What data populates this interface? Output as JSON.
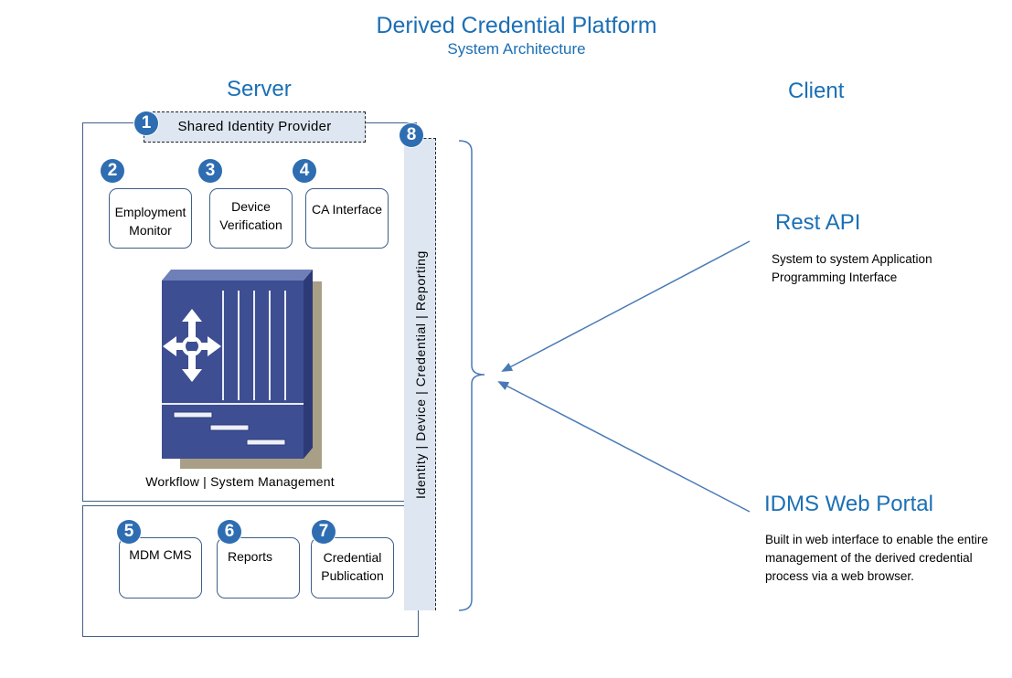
{
  "header": {
    "title": "Derived Credential Platform",
    "subtitle": "System Architecture"
  },
  "server": {
    "heading": "Server",
    "identity_provider": {
      "number": "1",
      "label": "Shared Identity Provider"
    },
    "top_modules": [
      {
        "number": "2",
        "label": "Employment Monitor"
      },
      {
        "number": "3",
        "label": "Device Verification"
      },
      {
        "number": "4",
        "label": "CA Interface"
      }
    ],
    "server_icon": "server-switch-icon",
    "caption": "Workflow | System Management",
    "bottom_modules": [
      {
        "number": "5",
        "label": "MDM CMS"
      },
      {
        "number": "6",
        "label": "Reports"
      },
      {
        "number": "7",
        "label": "Credential Publication"
      }
    ],
    "vertical_bar": {
      "number": "8",
      "label": "Identity | Device | Credential | Reporting"
    }
  },
  "client": {
    "heading": "Client",
    "rest_api": {
      "title": "Rest API",
      "description": "System to system Application Programming Interface"
    },
    "web_portal": {
      "title": "IDMS Web Portal",
      "description": "Built in web interface to enable the entire management of the derived credential process via a web browser."
    }
  },
  "colors": {
    "accent": "#1b6fb5",
    "badge": "#2e6db1",
    "box_border": "#3e5f86",
    "bar_fill": "#dde6f1",
    "server_front": "#3e4e92",
    "server_shadow": "#a89f86",
    "arrow": "#4a7ab5"
  }
}
